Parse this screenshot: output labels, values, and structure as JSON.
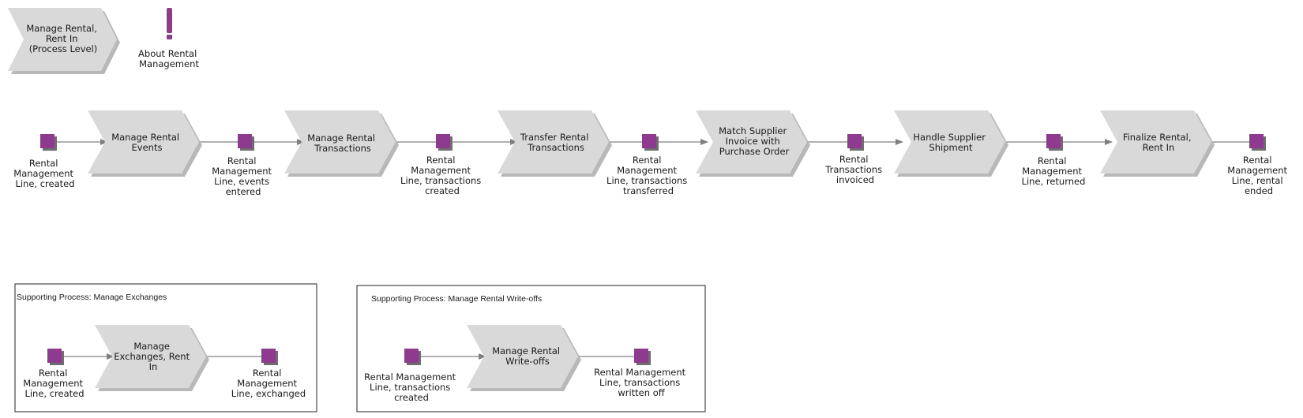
{
  "header": {
    "process_level": [
      "Manage Rental,",
      "Rent In",
      "(Process Level)"
    ],
    "about": [
      "About Rental",
      "Management"
    ]
  },
  "main_flow": {
    "events": [
      [
        "Rental",
        "Management",
        "Line, created"
      ],
      [
        "Rental",
        "Management",
        "Line, events",
        "entered"
      ],
      [
        "Rental",
        "Management",
        "Line, transactions",
        "created"
      ],
      [
        "Rental",
        "Management",
        "Line, transactions",
        "transferred"
      ],
      [
        "Rental",
        "Transactions",
        "invoiced"
      ],
      [
        "Rental",
        "Management",
        "Line, returned"
      ],
      [
        "Rental",
        "Management",
        "Line, rental",
        "ended"
      ]
    ],
    "functions": [
      [
        "Manage Rental",
        "Events"
      ],
      [
        "Manage Rental",
        "Transactions"
      ],
      [
        "Transfer Rental",
        "Transactions"
      ],
      [
        "Match Supplier",
        "Invoice with",
        "Purchase Order"
      ],
      [
        "Handle Supplier",
        "Shipment"
      ],
      [
        "Finalize Rental,",
        "Rent In"
      ]
    ]
  },
  "exchanges_box": {
    "title": "Supporting Process: Manage Exchanges",
    "start_event": [
      "Rental",
      "Management",
      "Line, created"
    ],
    "function": [
      "Manage",
      "Exchanges, Rent",
      "In"
    ],
    "end_event": [
      "Rental",
      "Management",
      "Line, exchanged"
    ]
  },
  "writeoffs_box": {
    "title": "Supporting Process: Manage Rental Write-offs",
    "start_event": [
      "Rental Management",
      "Line, transactions",
      "created"
    ],
    "function": [
      "Manage Rental",
      "Write-offs"
    ],
    "end_event": [
      "Rental Management",
      "Line, transactions",
      "written off"
    ]
  },
  "colors": {
    "event": "#8e3a8f",
    "function": "#d9d9d9",
    "about_icon": "#8e3a8f",
    "connector": "#808080"
  }
}
